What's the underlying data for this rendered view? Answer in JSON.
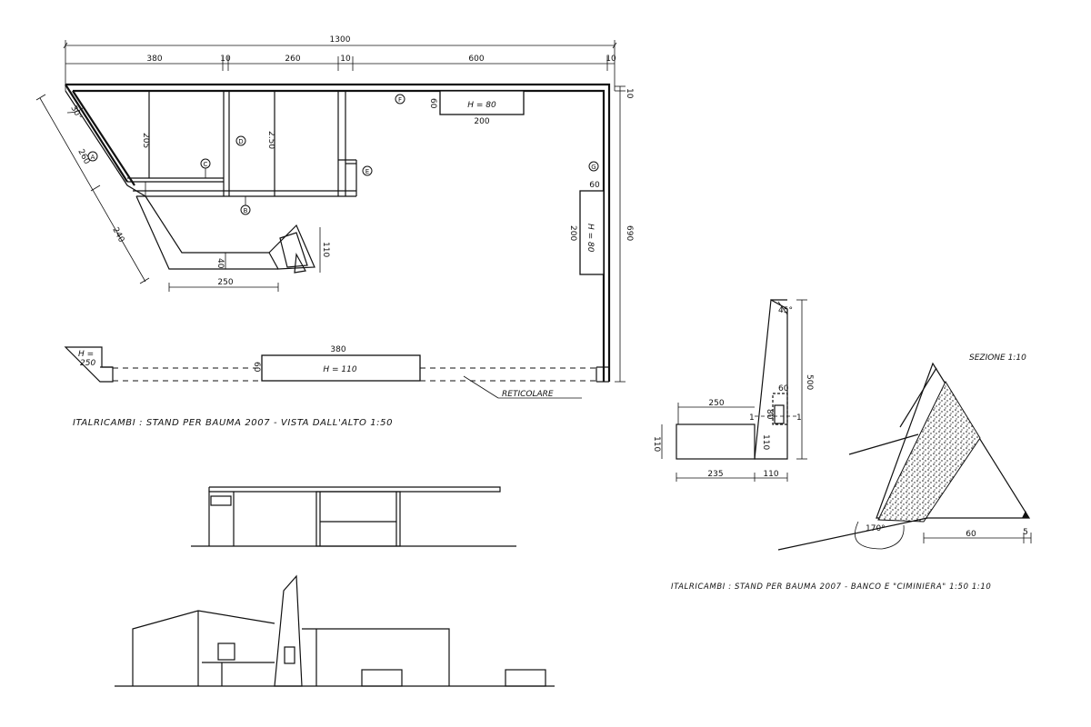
{
  "plan": {
    "caption": "ITALRICAMBI : STAND PER BAUMA 2007 - VISTA DALL'ALTO 1:50",
    "dims": {
      "total_width": "1300",
      "seg1": "380",
      "seg2": "10",
      "seg3": "260",
      "seg4": "10",
      "seg5": "600",
      "seg6": "10",
      "right_top": "10",
      "right_height": "690",
      "diag_upper": "260",
      "diag_lower": "240",
      "angle": "30°",
      "wall_205": "205",
      "wall_250": "2.50",
      "ramp_250": "250",
      "ramp_40": "40",
      "ramp_110": "110",
      "top_box_w": "200",
      "top_box_h": "60",
      "right_box_w": "60",
      "right_box_h": "200",
      "bottom_box_w": "380",
      "bottom_box_h": "60"
    },
    "boxes": {
      "top_box_label": "H = 80",
      "right_box_label": "H = 80",
      "bottom_box_label": "H = 110",
      "corner_label_1": "H =",
      "corner_label_2": "250"
    },
    "markers": [
      "A",
      "B",
      "C",
      "D",
      "E",
      "F",
      "G"
    ],
    "reticolare": "RETICOLARE"
  },
  "bench": {
    "caption": "ITALRICAMBI : STAND PER BAUMA 2007 - BANCO E \"CIMINIERA\" 1:50 1:10",
    "dims": {
      "top_250": "250",
      "left_110": "110",
      "bottom_235": "235",
      "bottom_110": "110",
      "height_500": "500",
      "inner_110": "110",
      "small_60": "60",
      "small_80": "80",
      "angle_45": "45°",
      "cut_1": "1",
      "cut_2": "1"
    }
  },
  "section": {
    "title": "SEZIONE 1:10",
    "angle": "170°",
    "dim_60": "60",
    "dim_5": "5"
  }
}
